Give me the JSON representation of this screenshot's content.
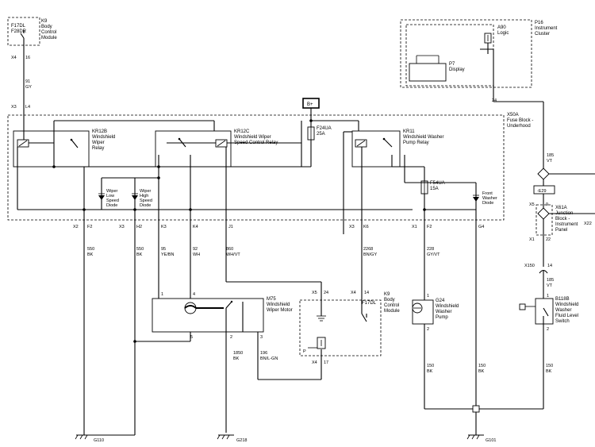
{
  "bcm_top": {
    "connector": "F17DL\nF28DR",
    "ref": "K9",
    "name": [
      "Body",
      "Control",
      "Module"
    ],
    "pin_conn": "X4",
    "pin_num": "16"
  },
  "wire_91": {
    "circuit": "91",
    "color": "GY"
  },
  "bcm_x3": {
    "conn": "X3",
    "pin": "L4"
  },
  "fuse_block": {
    "ref": "X50A",
    "name": [
      "Fuse Block -",
      "Underhood"
    ]
  },
  "battery": {
    "label": "B+"
  },
  "fuse_f24": {
    "ref": "F24UA",
    "rating": "25A"
  },
  "fuse_f54": {
    "ref": "F54UA",
    "rating": "15A"
  },
  "relay_kr12b": {
    "ref": "KR12B",
    "name": [
      "Windshield",
      "Wiper",
      "Relay"
    ]
  },
  "relay_kr12c": {
    "ref": "KR12C",
    "name": [
      "Windshield Wiper",
      "Speed Control Relay"
    ]
  },
  "relay_kr11": {
    "ref": "KR11",
    "name": [
      "Windshield Washer",
      "Pump Relay"
    ]
  },
  "diode_low": {
    "name": [
      "Wiper",
      "Low",
      "Speed",
      "Diode"
    ]
  },
  "diode_high": {
    "name": [
      "Wiper",
      "High",
      "Speed",
      "Diode"
    ]
  },
  "diode_front": {
    "name": [
      "Front",
      "Washer",
      "Diode"
    ]
  },
  "conn_pins": {
    "x2": "X2",
    "f2a": "F2",
    "x3a": "X3",
    "h2": "H2",
    "k3": "K3",
    "k4": "K4",
    "j1": "J1",
    "x3b": "X3",
    "k6": "K6",
    "x1": "X1",
    "f2b": "F2",
    "g4": "G4"
  },
  "wires_mid": {
    "w550a": {
      "circuit": "550",
      "color": "BK"
    },
    "w550b": {
      "circuit": "550",
      "color": "BK"
    },
    "w95": {
      "circuit": "95",
      "color": "YE/BN"
    },
    "w92": {
      "circuit": "92",
      "color": "WH"
    },
    "w860": {
      "circuit": "860",
      "color": "WH/VT"
    },
    "w2268": {
      "circuit": "2268",
      "color": "BN/GY"
    },
    "w228": {
      "circuit": "228",
      "color": "GY/VT"
    }
  },
  "motor": {
    "ref": "M75",
    "name": [
      "Windshield",
      "Wiper Motor"
    ],
    "pins": [
      "1",
      "4",
      "5",
      "2",
      "3"
    ]
  },
  "bcm_mid": {
    "ref": "K9",
    "name": [
      "Body",
      "Control",
      "Module"
    ],
    "switch": "F17DL",
    "x5": "X5",
    "p24": "24",
    "x4": "X4",
    "p14": "14",
    "p17": "17",
    "p": "P"
  },
  "pump": {
    "ref": "G24",
    "name": [
      "Windshield",
      "Washer",
      "Pump"
    ],
    "p1": "1",
    "p2": "2"
  },
  "wires_low": {
    "w1850": {
      "circuit": "1850",
      "color": "BK"
    },
    "w196": {
      "circuit": "196",
      "color": "BN/L-GN"
    },
    "w150a": {
      "circuit": "150",
      "color": "BK"
    },
    "w150b": {
      "circuit": "150",
      "color": "BK"
    },
    "w150c": {
      "circuit": "150",
      "color": "BK"
    }
  },
  "grounds": {
    "g110": "G110",
    "g218": "G218",
    "g101": "G101"
  },
  "cluster": {
    "ref": "P16",
    "name": [
      "Instrument",
      "Cluster"
    ],
    "logic_ref": "A90",
    "logic": "Logic",
    "display_ref": "P7",
    "display": "Display",
    "pin": "24"
  },
  "right_side": {
    "w185a": {
      "circuit": "185",
      "color": "VT"
    },
    "splice": "-E29",
    "junction_ref": "X61A",
    "junction_name": [
      "Junction",
      "Block -",
      "Instrument",
      "Panel"
    ],
    "x5": "X5",
    "p9": "9",
    "x1": "X1",
    "p22": "22",
    "x22": "X22",
    "x150": "X150",
    "p14": "14",
    "w185b": {
      "circuit": "185",
      "color": "VT"
    },
    "switch_ref": "B118B",
    "switch_name": [
      "Windshield",
      "Washer",
      "Fluid Level",
      "Switch"
    ],
    "p1": "1",
    "p2": "2"
  }
}
